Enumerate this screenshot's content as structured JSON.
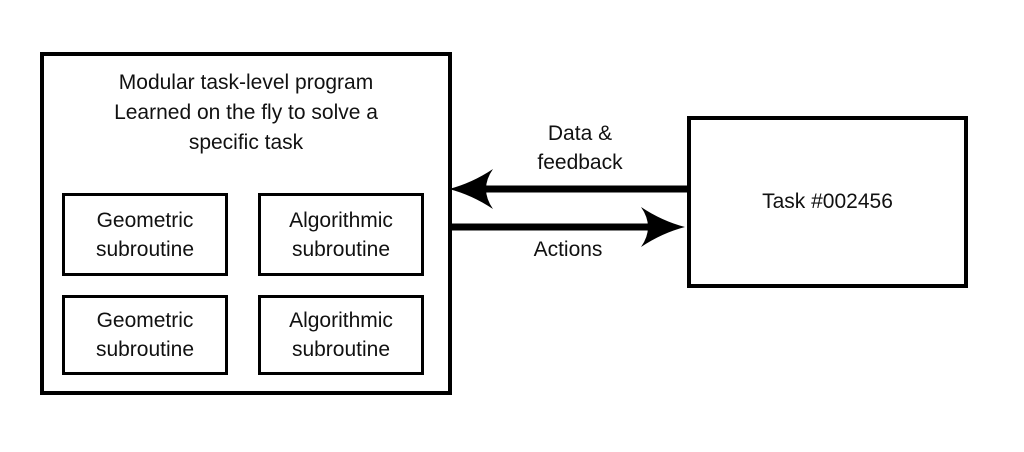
{
  "colors": {
    "ink": "#000000",
    "background": "#ffffff"
  },
  "program_box": {
    "title": "Modular task-level program\nLearned on the fly to solve a\nspecific task",
    "subroutines": [
      {
        "label": "Geometric\nsubroutine"
      },
      {
        "label": "Algorithmic\nsubroutine"
      },
      {
        "label": "Geometric\nsubroutine"
      },
      {
        "label": "Algorithmic\nsubroutine"
      }
    ]
  },
  "task_box": {
    "label": "Task #002456"
  },
  "arrows": {
    "data_feedback": {
      "label": "Data &\nfeedback",
      "direction": "right-to-left"
    },
    "actions": {
      "label": "Actions",
      "direction": "left-to-right"
    }
  }
}
